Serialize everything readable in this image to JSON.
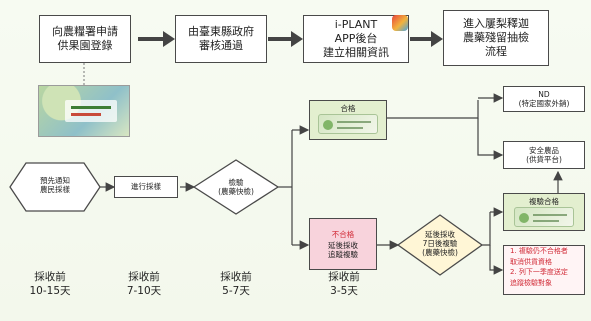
{
  "top_flow": {
    "step1": "向農糧署申請\n供果園登錄",
    "step2": "由臺東縣政府\n審核通過",
    "step3": "i-PLANT\nAPP後台\n建立相關資訊",
    "step4": "進入屢梨釋迦\n農藥殘留抽檢\n流程"
  },
  "flow": {
    "notify": "預先通知\n農民採樣",
    "sampling": "進行採樣",
    "inspect": "檢驗\n(農藥快檢)",
    "pass_label": "合格",
    "fail_label": "不合格",
    "fail_action": "延後採收\n追蹤複驗",
    "recheck": "延後採收\n7日後複驗\n(農藥快檢)",
    "nd": "ND\n(特定國家外銷)",
    "safe": "安全農品\n(供貨平台)",
    "recheck_pass": "複驗合格",
    "notice_line1": "1. 複驗仍不合格者",
    "notice_line2": "   取消供貨資格",
    "notice_line3": "2. 列下一季度送定",
    "notice_line4": "   追蹤檢驗對象"
  },
  "timeline": [
    "採收前\n10-15天",
    "採收前\n7-10天",
    "採收前\n5-7天",
    "採收前\n3-5天"
  ],
  "colors": {
    "pass_green": "#e3efcf",
    "fail_pink": "#f8d3dc",
    "alert_red": "#d12a36"
  }
}
